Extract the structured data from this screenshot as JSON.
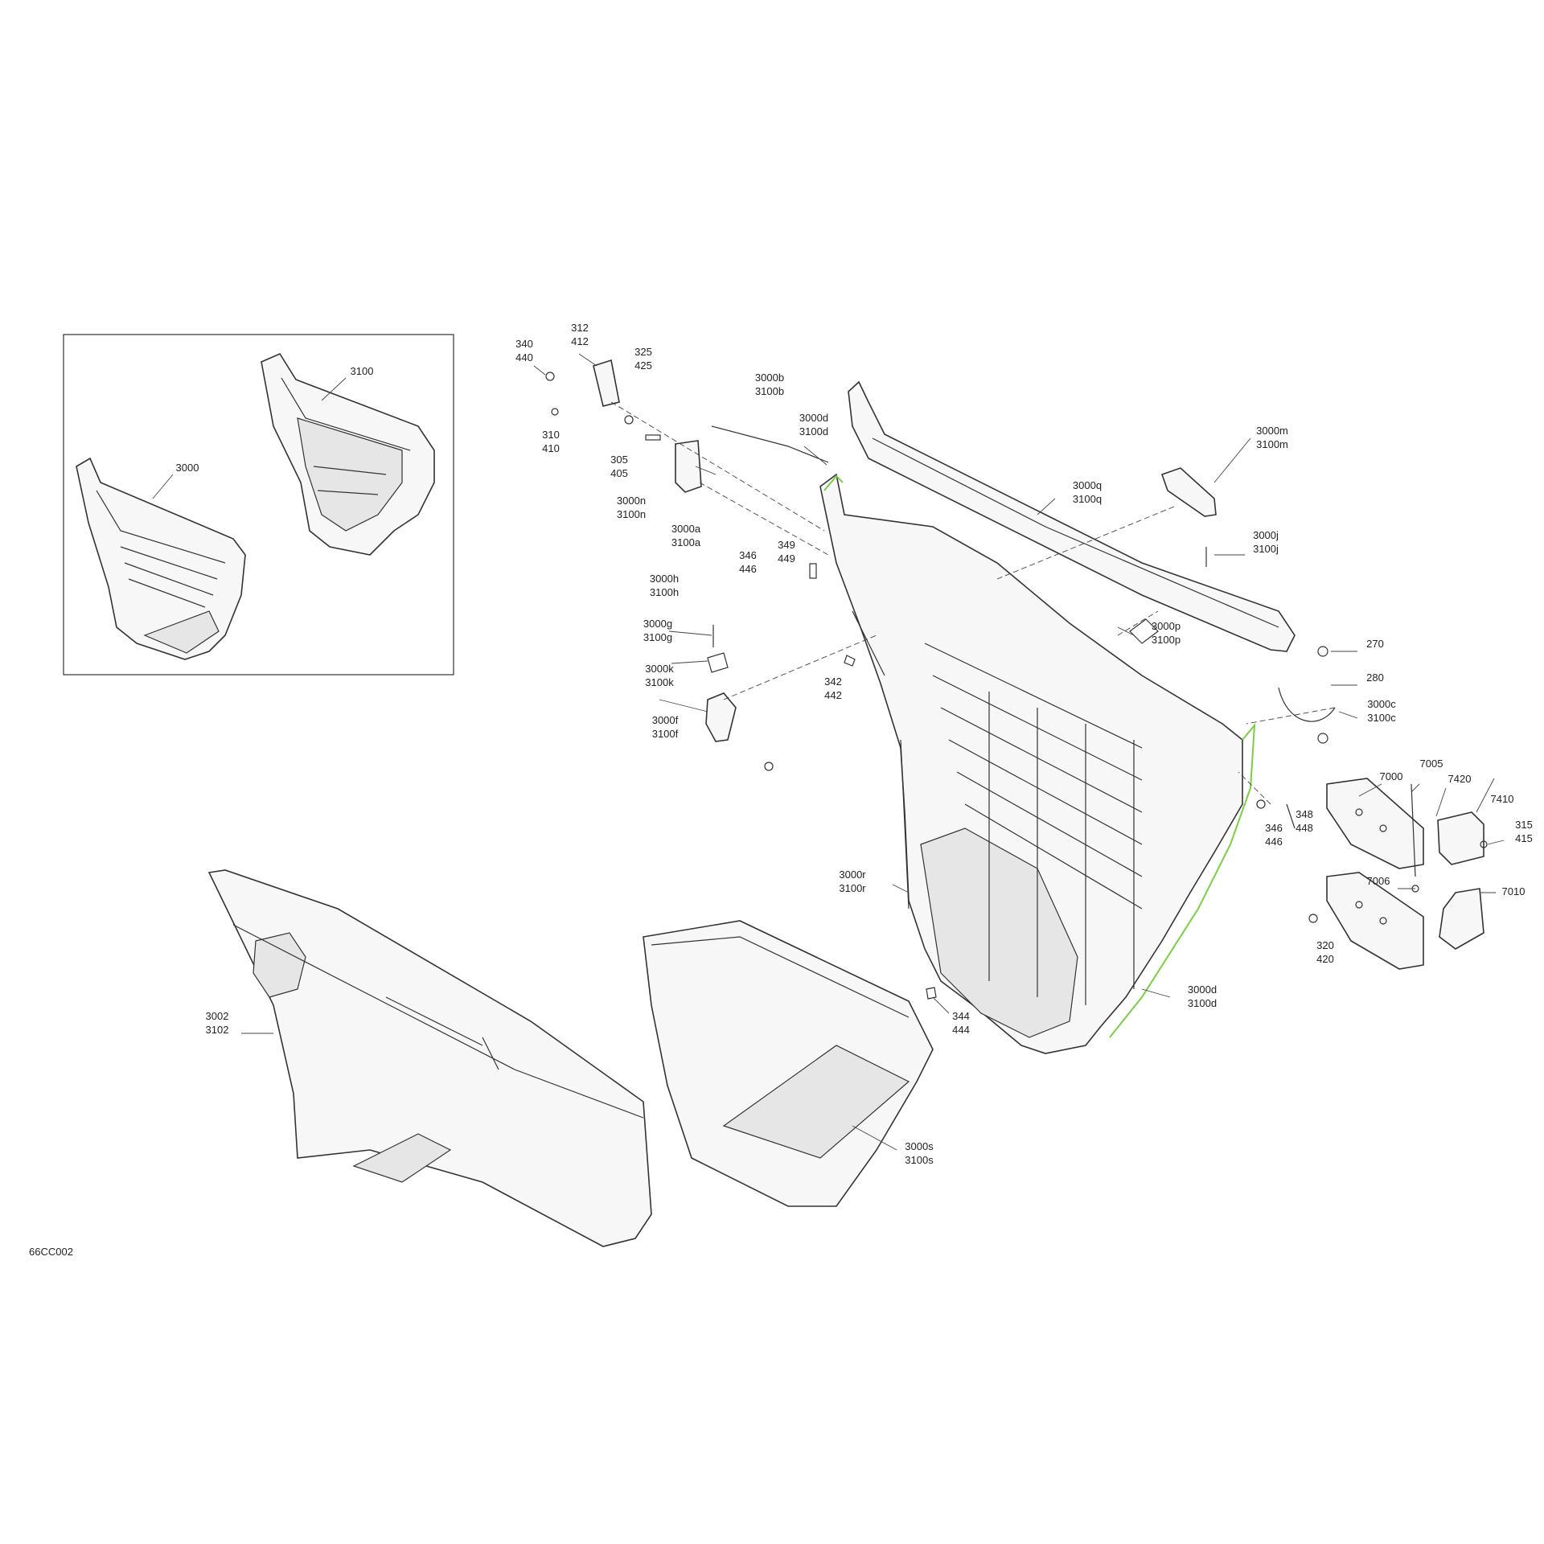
{
  "highlight_color": "#7ccc4a",
  "diagram_code": "66CC002",
  "inset_labels": [
    "3100",
    "3000"
  ],
  "callouts": {
    "c340": [
      "340",
      "440"
    ],
    "c312": [
      "312",
      "412"
    ],
    "c325": [
      "325",
      "425"
    ],
    "c310": [
      "310",
      "410"
    ],
    "c305": [
      "305",
      "405"
    ],
    "c3000b": [
      "3000b",
      "3100b"
    ],
    "c3000d_top": [
      "3000d",
      "3100d"
    ],
    "c3000n": [
      "3000n",
      "3100n"
    ],
    "c3000a": [
      "3000a",
      "3100a"
    ],
    "c346a": [
      "346",
      "446"
    ],
    "c349": [
      "349",
      "449"
    ],
    "c3000h": [
      "3000h",
      "3100h"
    ],
    "c3000g": [
      "3000g",
      "3100g"
    ],
    "c3000k": [
      "3000k",
      "3100k"
    ],
    "c342": [
      "342",
      "442"
    ],
    "c3000f": [
      "3000f",
      "3100f"
    ],
    "c3000q": [
      "3000q",
      "3100q"
    ],
    "c3000m": [
      "3000m",
      "3100m"
    ],
    "c3000j": [
      "3000j",
      "3100j"
    ],
    "c3000p": [
      "3000p",
      "3100p"
    ],
    "c270": [
      "270"
    ],
    "c280": [
      "280"
    ],
    "c3000c": [
      "3000c",
      "3100c"
    ],
    "c7005": [
      "7005"
    ],
    "c7000": [
      "7000"
    ],
    "c7420": [
      "7420"
    ],
    "c7410": [
      "7410"
    ],
    "c315": [
      "315",
      "415"
    ],
    "c348": [
      "348",
      "448"
    ],
    "c346b": [
      "346",
      "446"
    ],
    "c7006": [
      "7006"
    ],
    "c7010": [
      "7010"
    ],
    "c320": [
      "320",
      "420"
    ],
    "c3000r": [
      "3000r",
      "3100r"
    ],
    "c3000d_bot": [
      "3000d",
      "3100d"
    ],
    "c344": [
      "344",
      "444"
    ],
    "c3002": [
      "3002",
      "3102"
    ],
    "c3000s": [
      "3000s",
      "3100s"
    ]
  }
}
